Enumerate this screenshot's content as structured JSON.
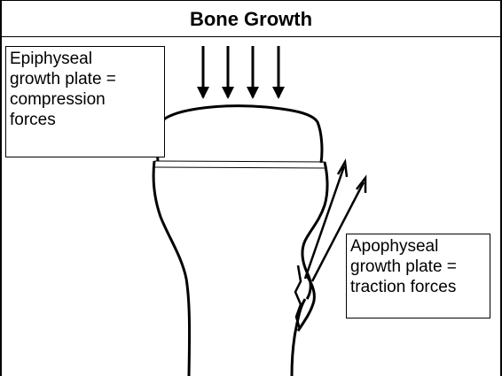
{
  "title": "Bone Growth",
  "labels": {
    "epiphyseal": [
      "Epiphyseal",
      "growth plate =",
      "compression",
      "forces"
    ],
    "apophyseal": [
      "Apophyseal",
      "growth plate =",
      "traction forces"
    ]
  },
  "colors": {
    "stroke": "#000000",
    "background": "#ffffff"
  }
}
